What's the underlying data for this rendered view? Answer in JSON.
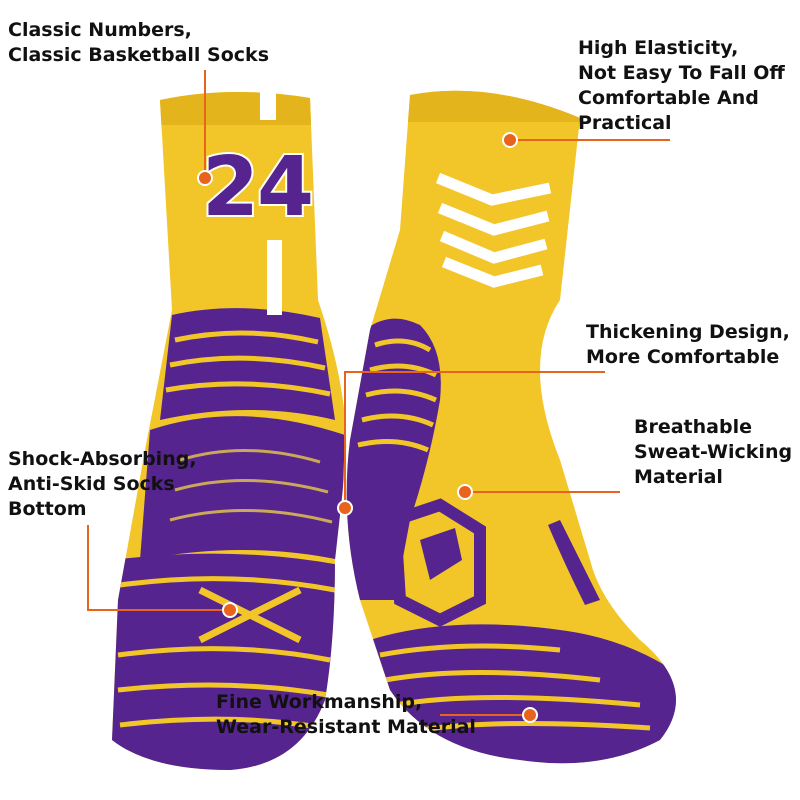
{
  "colors": {
    "sock_yellow": "#F2C628",
    "sock_yellow_shade": "#E3B41B",
    "sock_purple": "#55248F",
    "sock_purple_dark": "#3F1770",
    "stripe_white": "#FFFFFF",
    "callout_line": "#E8641C",
    "callout_text": "#111111"
  },
  "sock_number": "24",
  "callouts": {
    "classic": {
      "lines": [
        "Classic Numbers,",
        "Classic Basketball Socks"
      ]
    },
    "elastic": {
      "lines": [
        "High Elasticity,",
        "Not Easy To Fall Off",
        "Comfortable And",
        "Practical"
      ]
    },
    "thick": {
      "lines": [
        "Thickening Design,",
        "More Comfortable"
      ]
    },
    "breath": {
      "lines": [
        "Breathable",
        "Sweat-Wicking",
        "Material"
      ]
    },
    "shock": {
      "lines": [
        "Shock-Absorbing,",
        "Anti-Skid Socks",
        "Bottom"
      ]
    },
    "fine": {
      "lines": [
        "Fine Workmanship,",
        "Wear-Resistant Material"
      ]
    }
  }
}
